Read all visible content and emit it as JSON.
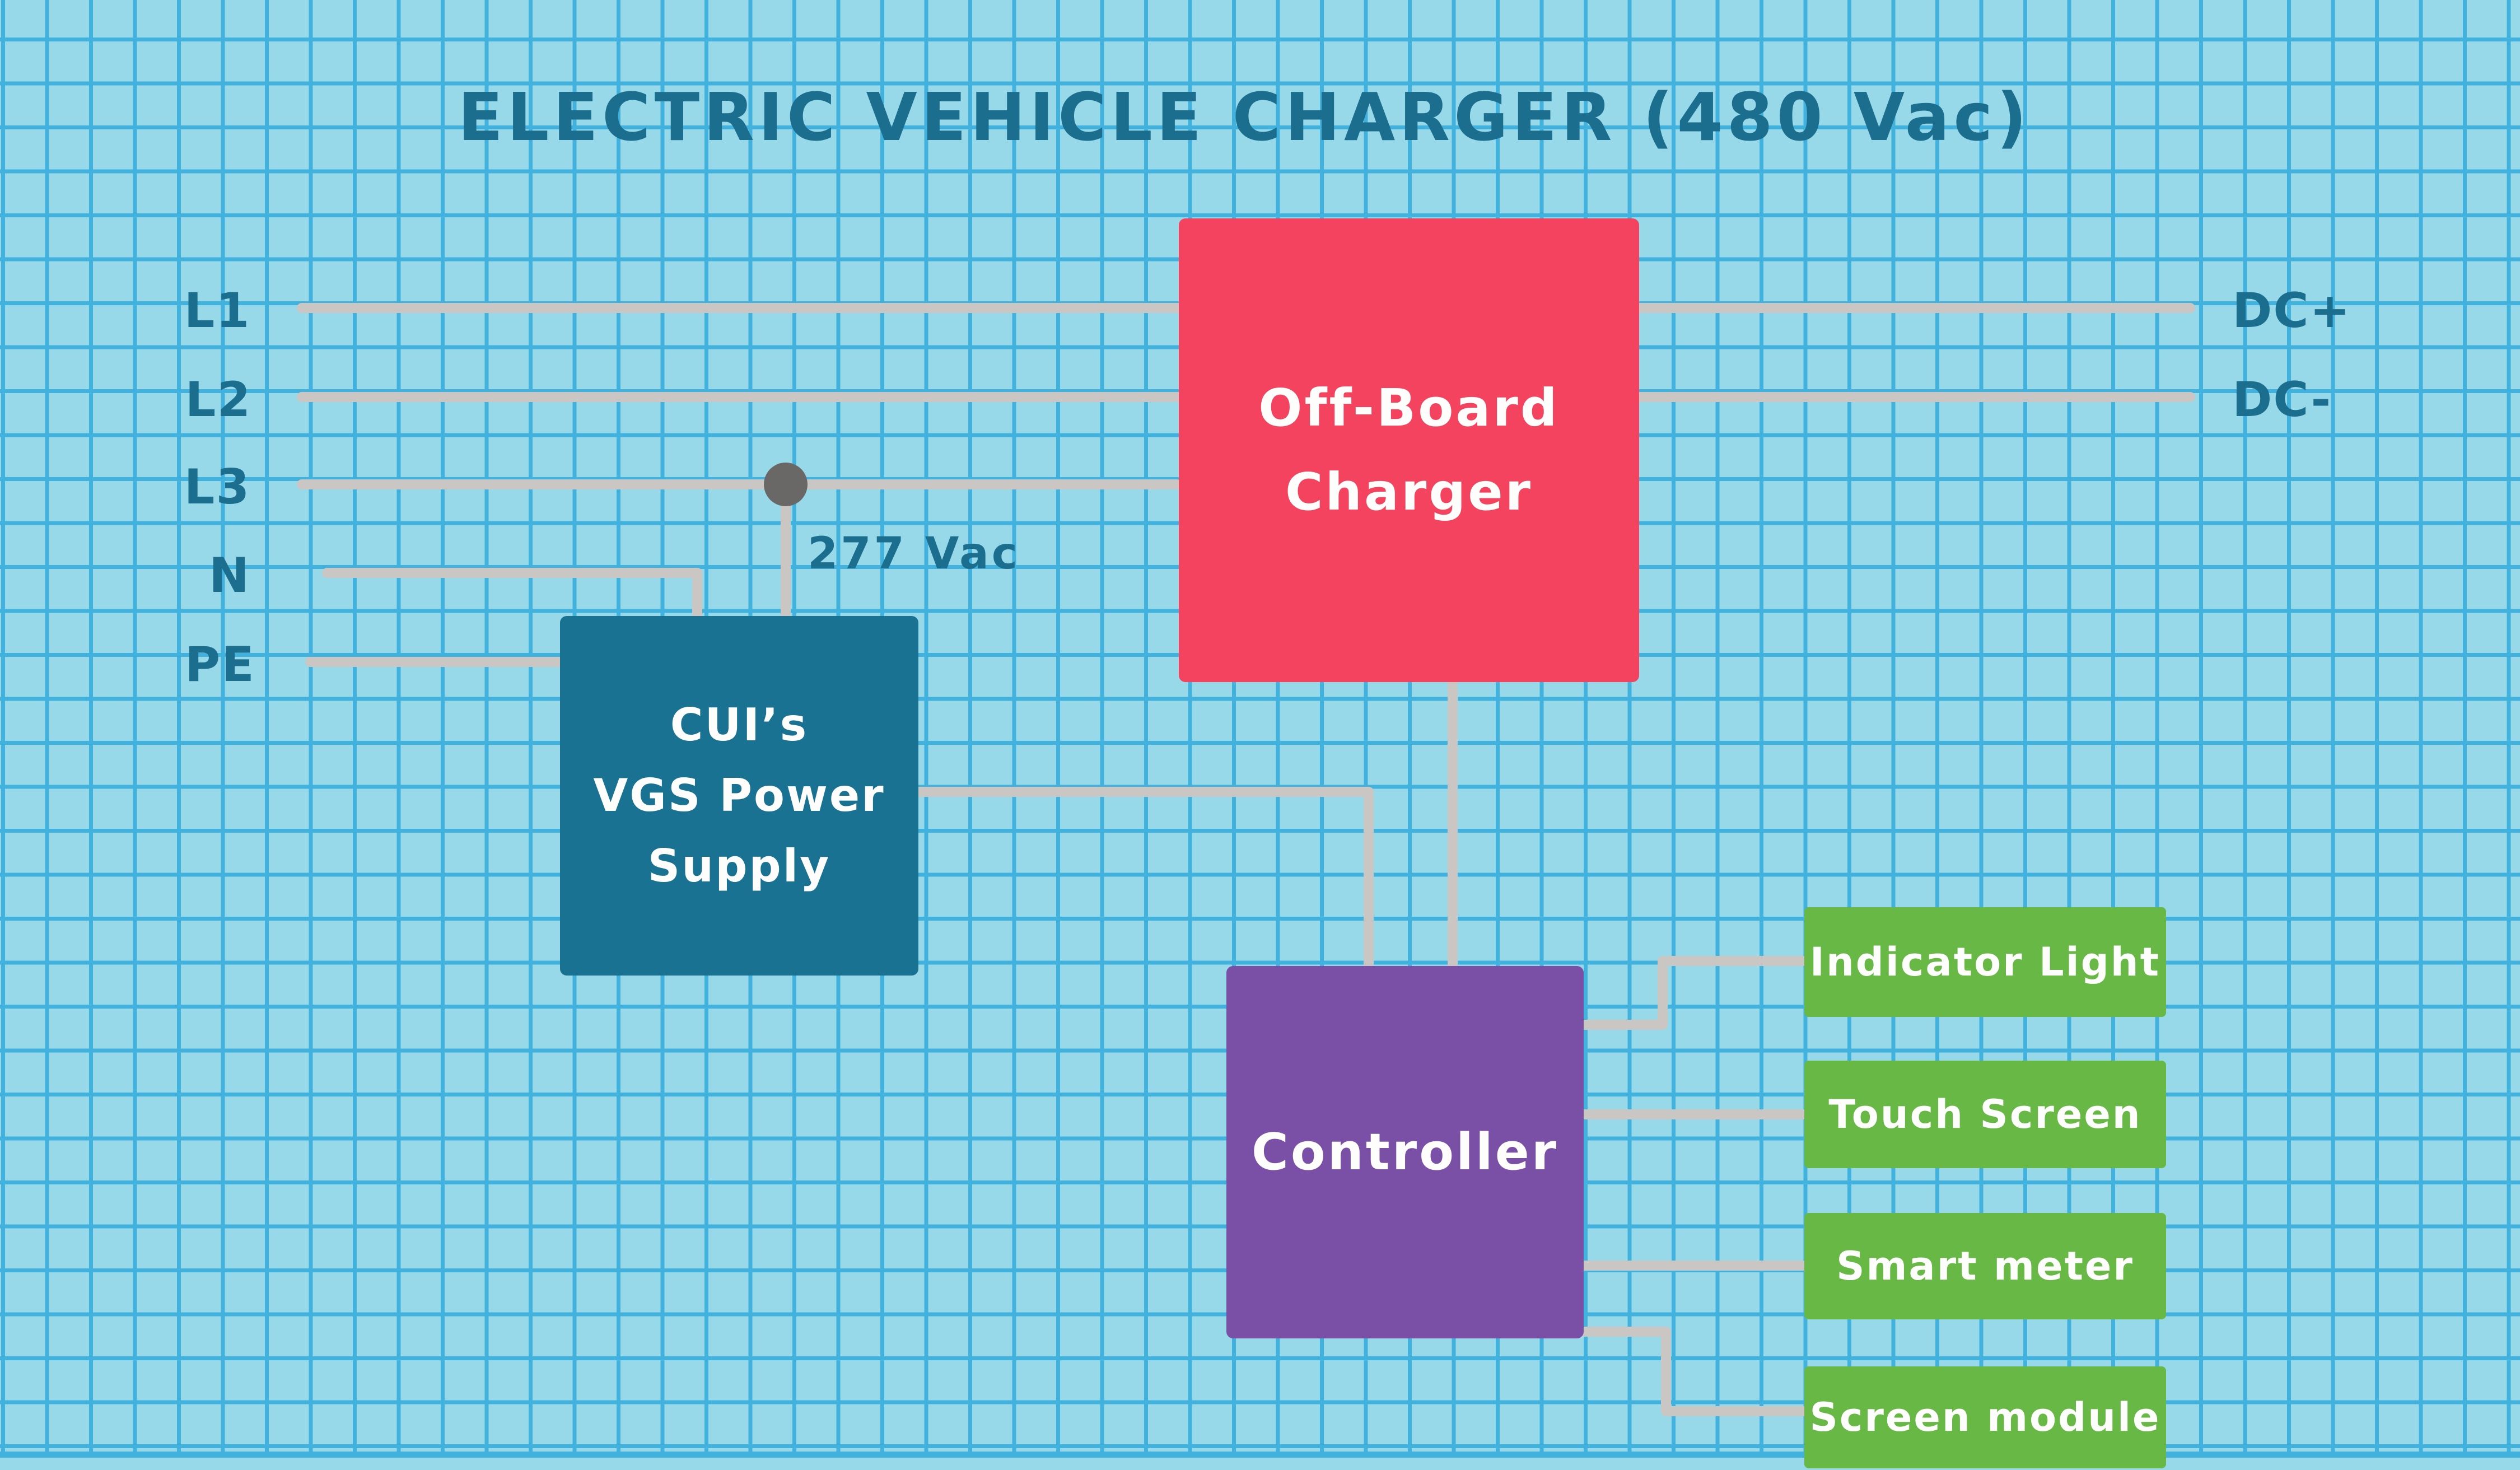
{
  "title": "ELECTRIC VEHICLE CHARGER (480 Vac)",
  "colors": {
    "background": "#97d9e9",
    "grid-line": "#41b1dd",
    "wire": "#c9c6c3",
    "junction": "#696867",
    "ink": "#1b6e8e",
    "charger": "#f3435f",
    "power-supply": "#1a7292",
    "controller": "#7a4fa6",
    "peripheral": "#68b846",
    "box-text": "#fdfdfc"
  },
  "inputs": [
    "L1",
    "L2",
    "L3",
    "N",
    "PE"
  ],
  "outputs": [
    "DC+",
    "DC-"
  ],
  "tap_label": "277 Vac",
  "blocks": {
    "charger": {
      "lines": [
        "Off-Board",
        "Charger"
      ]
    },
    "power_supply": {
      "lines": [
        "CUI’s",
        "VGS Power",
        "Supply"
      ]
    },
    "controller": {
      "label": "Controller"
    },
    "peripherals": [
      {
        "label": "Indicator Light"
      },
      {
        "label": "Touch Screen"
      },
      {
        "label": "Smart meter"
      },
      {
        "label": "Screen module"
      }
    ]
  }
}
